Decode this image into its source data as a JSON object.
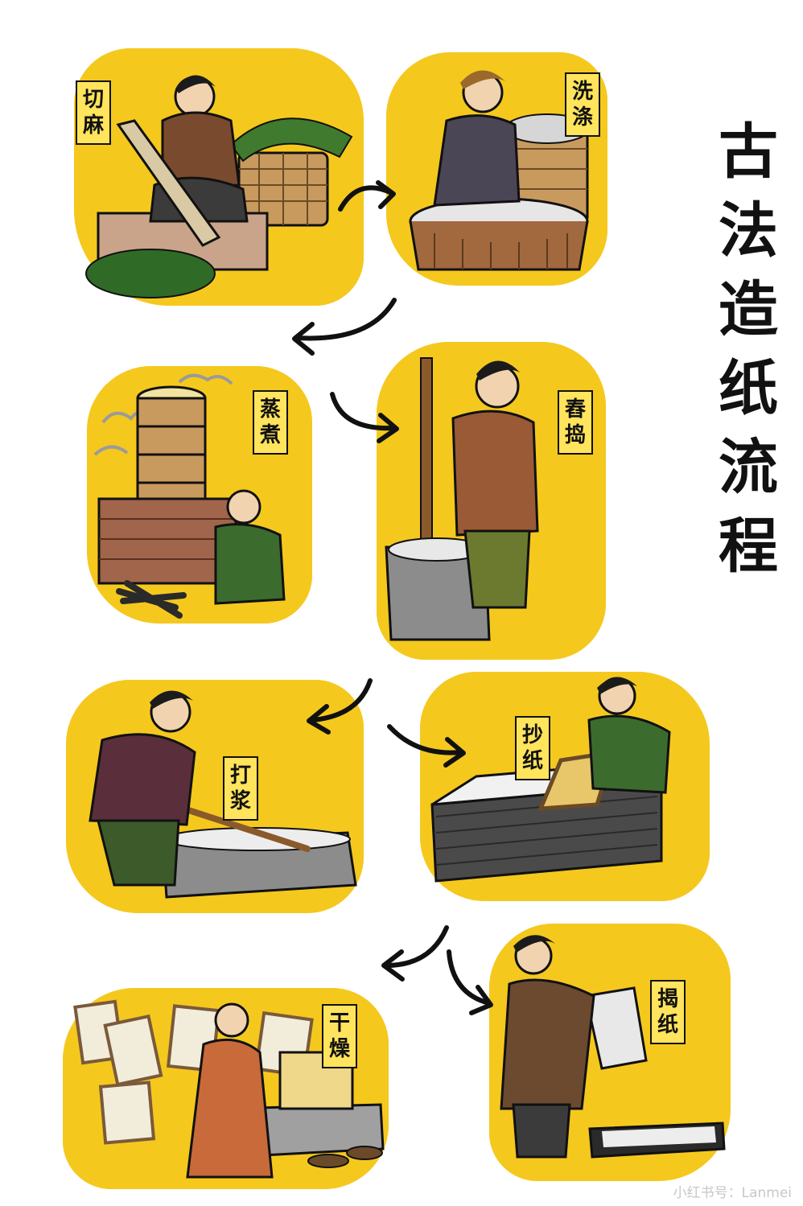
{
  "title": "古法造纸流程",
  "steps": [
    {
      "id": "cut-hemp",
      "label": [
        "切",
        "麻"
      ]
    },
    {
      "id": "wash",
      "label": [
        "洗",
        "涤"
      ]
    },
    {
      "id": "steam-boil",
      "label": [
        "蒸",
        "煮"
      ]
    },
    {
      "id": "pound",
      "label": [
        "舂",
        "捣"
      ]
    },
    {
      "id": "beat-pulp",
      "label": [
        "打",
        "浆"
      ]
    },
    {
      "id": "scoop-paper",
      "label": [
        "抄",
        "纸"
      ]
    },
    {
      "id": "dry",
      "label": [
        "干",
        "燥"
      ]
    },
    {
      "id": "peel-paper",
      "label": [
        "揭",
        "纸"
      ]
    }
  ],
  "colors": {
    "card": "#F5C81E",
    "label_bg": "#FFE45C",
    "ink": "#111111",
    "stone": "#8C8C8C",
    "wood": "#B47B4A",
    "green_robe": "#4E6B2E",
    "brown_robe": "#7A4A2E",
    "purple_robe": "#5A2E3A",
    "water": "#EDEDED"
  },
  "watermark": "小红书号：Lanmei"
}
